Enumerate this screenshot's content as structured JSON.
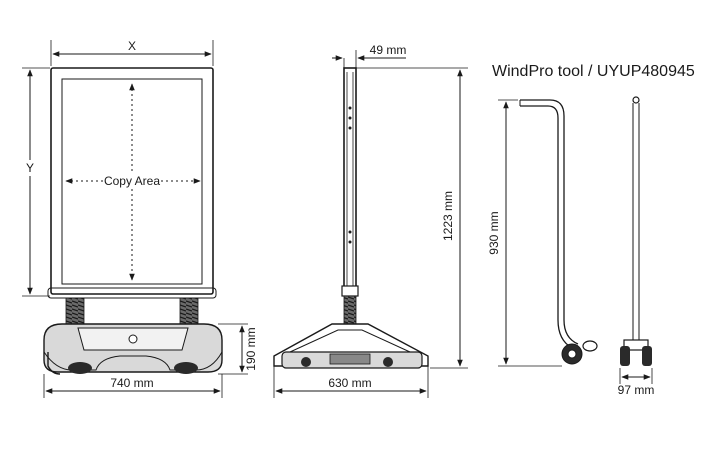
{
  "title": "WindPro tool / UYUP480945",
  "front_view": {
    "width_label": "X",
    "height_label": "Y",
    "copy_area_label": "Copy Area",
    "base_width_label": "740 mm",
    "base_height_label": "190 mm"
  },
  "side_view": {
    "depth_label": "49 mm",
    "total_height_label": "1223 mm",
    "base_depth_label": "630 mm"
  },
  "tool_view": {
    "height_label": "930 mm",
    "width_label": "97 mm"
  },
  "colors": {
    "line": "#1a1a1a",
    "base_dark": "#2a2a2a",
    "base_mid": "#888888",
    "background": "#ffffff"
  }
}
